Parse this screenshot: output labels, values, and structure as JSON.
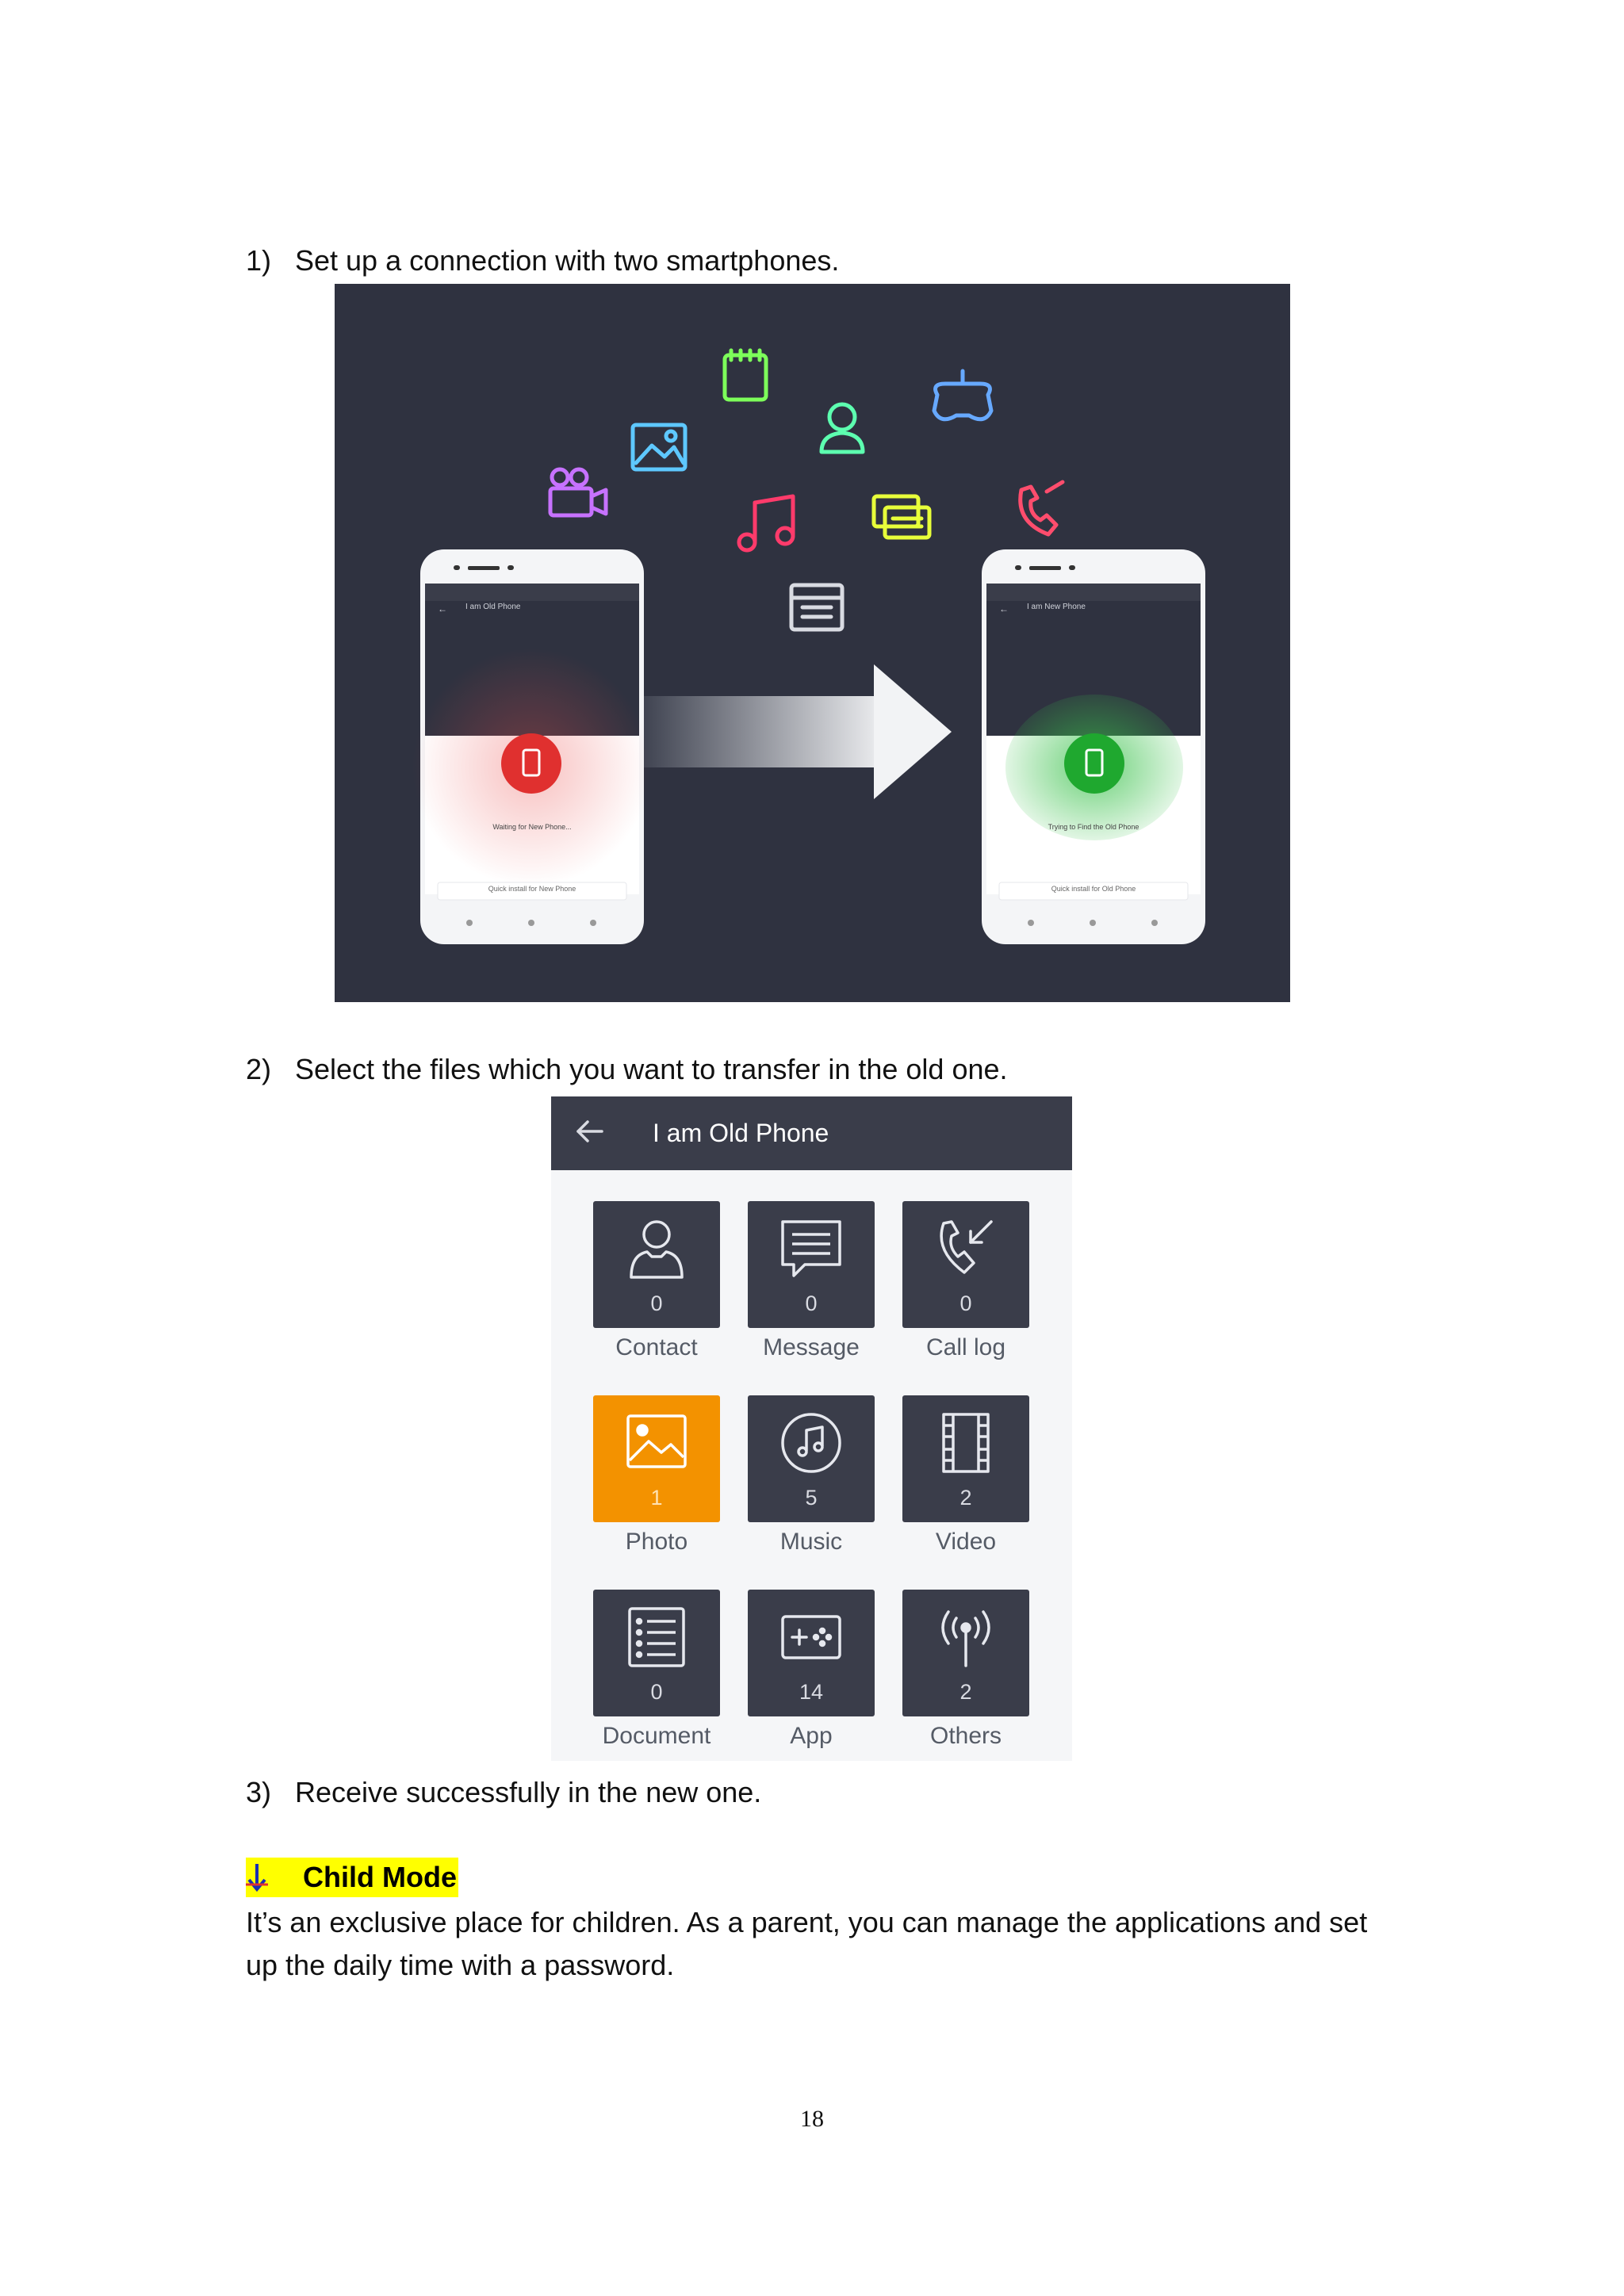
{
  "steps": [
    {
      "num": "1)",
      "text": "Set up a connection with two smartphones."
    },
    {
      "num": "2)",
      "text": "Select the files which you want to transfer in the old one."
    },
    {
      "num": "3)",
      "text": "Receive successfully in the new one."
    }
  ],
  "figure1": {
    "old_phone_title": "I am Old Phone",
    "new_phone_title": "I am New Phone",
    "old_phone_status": "Waiting for New Phone...",
    "new_phone_status": "Trying to Find the Old Phone",
    "old_phone_button": "Quick install for New Phone",
    "new_phone_button": "Quick install for Old Phone",
    "icons": [
      "video-camera-icon",
      "image-icon",
      "calendar-icon",
      "contact-icon",
      "gamepad-icon",
      "music-icon",
      "message-icon",
      "phone-call-icon",
      "calendar-grid-icon"
    ],
    "colors": {
      "background": "#2f3240",
      "old_accent": "#e0302f",
      "new_accent": "#1fa82f"
    }
  },
  "figure2": {
    "title": "I am Old Phone",
    "tiles": [
      {
        "label": "Contact",
        "count": "0",
        "icon": "contact-icon",
        "selected": false
      },
      {
        "label": "Message",
        "count": "0",
        "icon": "message-icon",
        "selected": false
      },
      {
        "label": "Call log",
        "count": "0",
        "icon": "call-log-icon",
        "selected": false
      },
      {
        "label": "Photo",
        "count": "1",
        "icon": "photo-icon",
        "selected": true
      },
      {
        "label": "Music",
        "count": "5",
        "icon": "music-icon",
        "selected": false
      },
      {
        "label": "Video",
        "count": "2",
        "icon": "video-icon",
        "selected": false
      },
      {
        "label": "Document",
        "count": "0",
        "icon": "document-icon",
        "selected": false
      },
      {
        "label": "App",
        "count": "14",
        "icon": "app-icon",
        "selected": false
      },
      {
        "label": "Others",
        "count": "2",
        "icon": "others-icon",
        "selected": false
      }
    ],
    "colors": {
      "header": "#3a3d4a",
      "tile": "#3a3d4a",
      "selected_tile": "#f39200"
    }
  },
  "child_mode": {
    "heading": "Child Mode",
    "paragraph": "It’s an exclusive place for children. As a parent, you can manage the applications and set up the daily time with a password.",
    "highlight_color": "#ffff00"
  },
  "page_number": "18"
}
